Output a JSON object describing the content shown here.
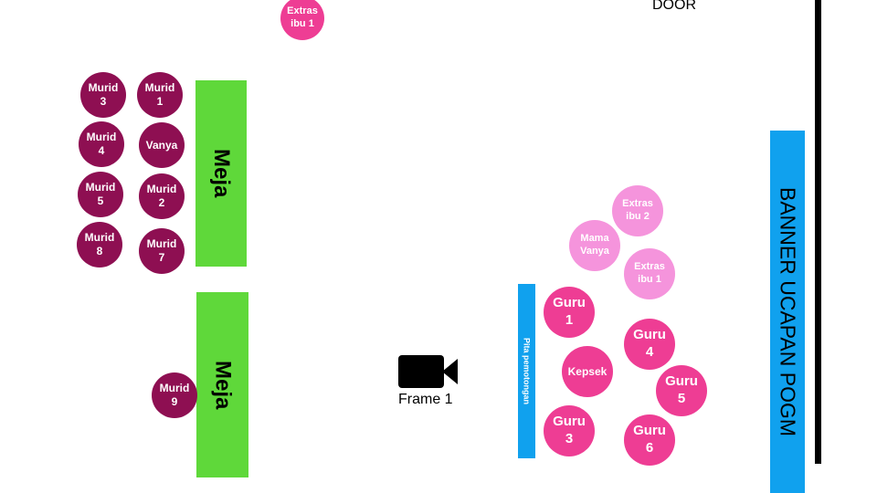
{
  "door_label": "DOOR",
  "banner_label": "BANNER UCAPAN POGM",
  "ribbon_label": "Pita pemotongan",
  "table_label": "Meja",
  "camera": {
    "label": "Frame 1",
    "icon": "video-camera-icon"
  },
  "colors": {
    "student": "#8e0f52",
    "teacher": "#ee3d94",
    "guest": "#f594dc",
    "table": "#5fd83a",
    "banner": "#10a1ee"
  },
  "seats": {
    "extras_top": "Extras\nibu 1",
    "murid3": "Murid\n3",
    "murid1": "Murid\n1",
    "murid4": "Murid\n4",
    "vanya": "Vanya",
    "murid5": "Murid\n5",
    "murid2": "Murid\n2",
    "murid8": "Murid\n8",
    "murid7": "Murid\n7",
    "murid9": "Murid\n9",
    "extras_ibu2": "Extras\nibu 2",
    "mama_vanya": "Mama\nVanya",
    "extras_ibu1": "Extras\nibu 1",
    "guru1": "Guru\n1",
    "guru4": "Guru\n4",
    "kepsek": "Kepsek",
    "guru5": "Guru\n5",
    "guru3": "Guru\n3",
    "guru6": "Guru\n6"
  }
}
